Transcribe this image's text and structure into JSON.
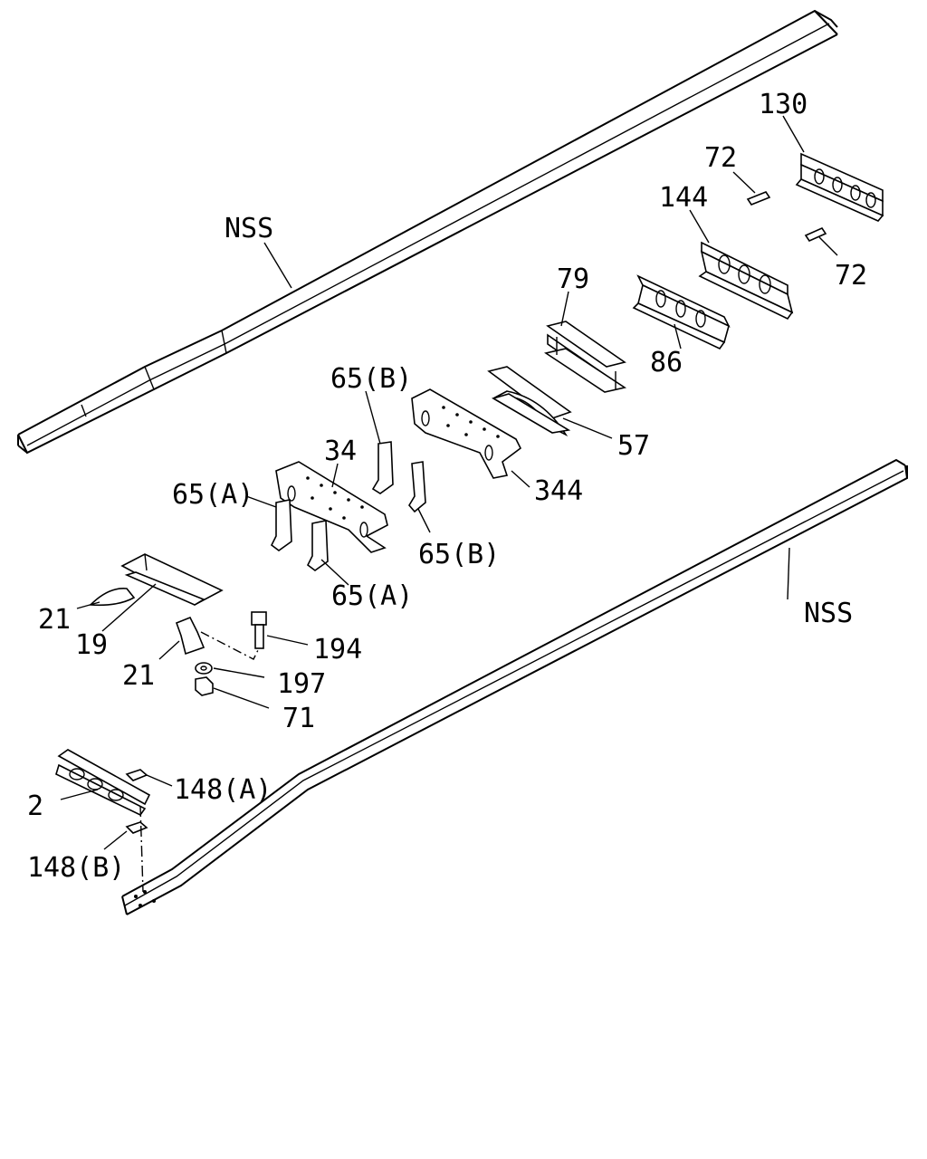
{
  "labels": {
    "nss_upper": "NSS",
    "nss_lower": "NSS",
    "p130": "130",
    "p72a": "72",
    "p72b": "72",
    "p144": "144",
    "p79": "79",
    "p86": "86",
    "p57": "57",
    "p344": "344",
    "p65b_1": "65(B)",
    "p65b_2": "65(B)",
    "p34": "34",
    "p65a_1": "65(A)",
    "p65a_2": "65(A)",
    "p21a": "21",
    "p19": "19",
    "p21b": "21",
    "p194": "194",
    "p197": "197",
    "p71": "71",
    "p148a": "148(A)",
    "p2": "2",
    "p148b": "148(B)"
  }
}
